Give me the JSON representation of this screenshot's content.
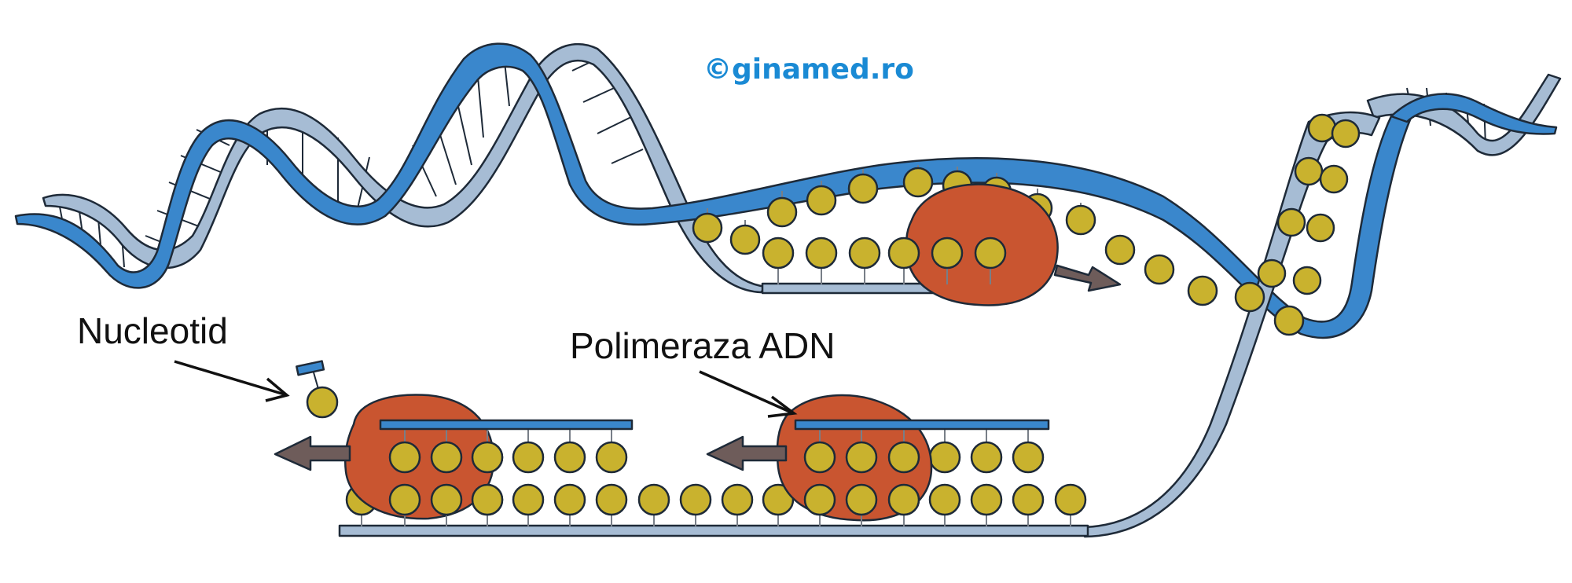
{
  "watermark": {
    "text": "©ginamed.ro",
    "color": "#1a8ad4"
  },
  "labels": {
    "nucleotide": "Nucleotid",
    "polymerase": "Polimeraza ADN"
  },
  "colors": {
    "strand_dark": "#3a87cc",
    "strand_light": "#a6bcd4",
    "nucleotide": "#c9b22e",
    "polymerase": "#c95530",
    "arrow": "#6e5c5a",
    "outline": "#1e2a38"
  },
  "icons": {
    "nucleotide": "nucleotide-icon",
    "polymerase": "dna-polymerase-enzyme",
    "direction": "direction-arrow"
  }
}
